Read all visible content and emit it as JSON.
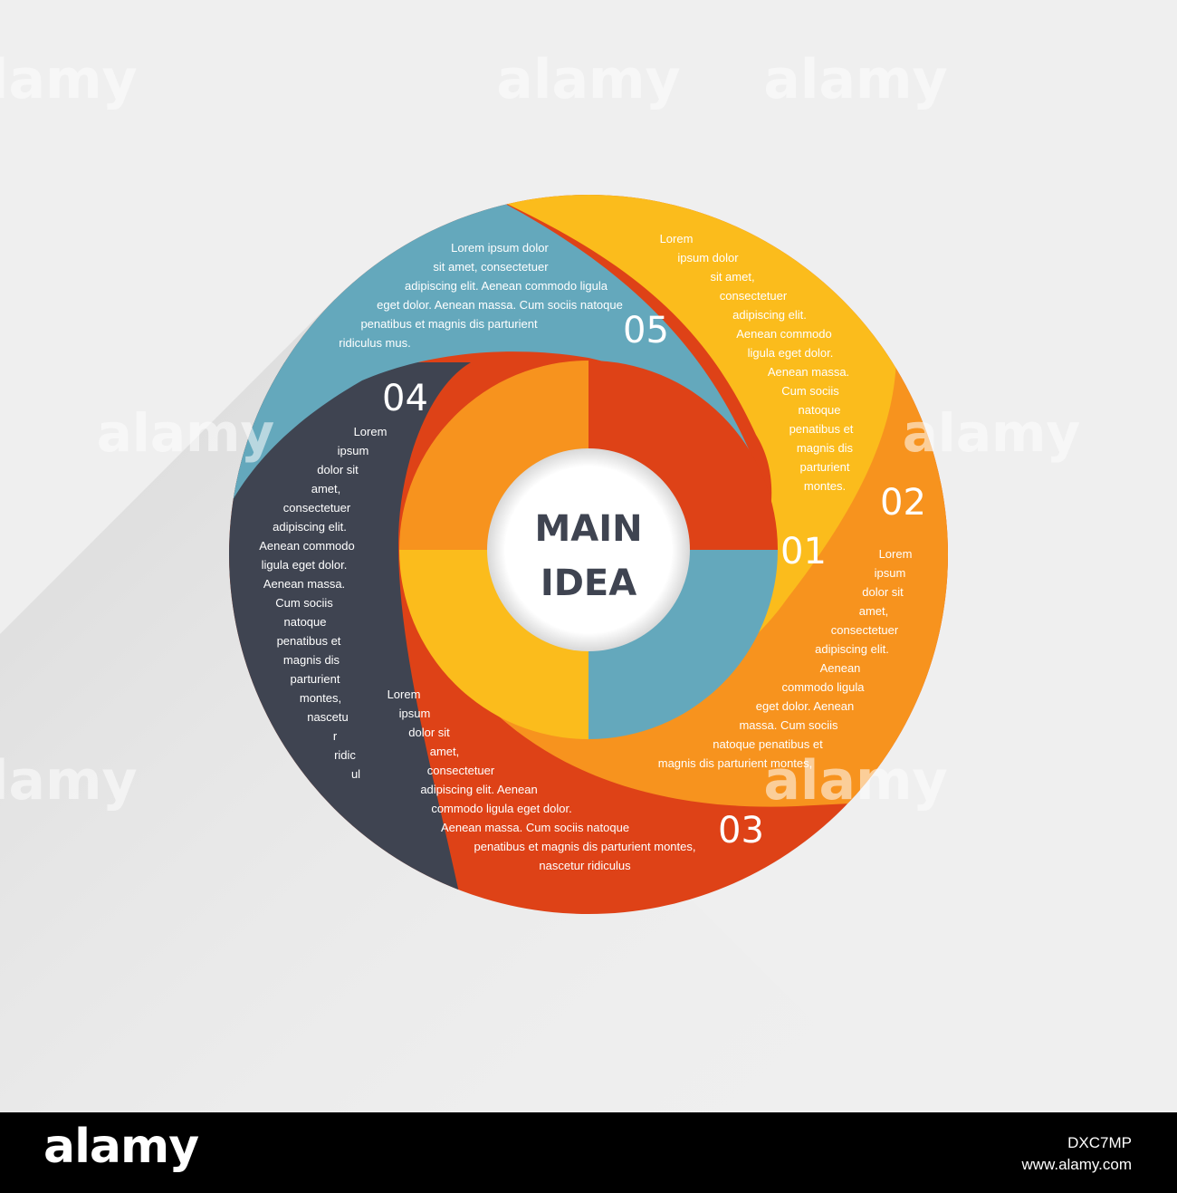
{
  "colors": {
    "background": "#efefef",
    "yellow": "#fbbc1c",
    "orange": "#f7931e",
    "red": "#de4217",
    "dark": "#3f4451",
    "teal": "#64a8bc",
    "white": "#ffffff"
  },
  "center": {
    "line1": "MAIN",
    "line2": "IDEA"
  },
  "segments": [
    {
      "number": "01",
      "color": "#fbbc1c",
      "text_lines": [
        "Lorem",
        "ipsum dolor",
        "sit amet,",
        "consectetuer",
        "adipiscing elit.",
        "Aenean commodo",
        "ligula eget dolor.",
        "Aenean massa.",
        "Cum sociis",
        "natoque",
        "penatibus et",
        "magnis dis",
        "parturient",
        "montes."
      ]
    },
    {
      "number": "02",
      "color": "#f7931e",
      "text_lines": [
        "Lorem",
        "ipsum",
        "dolor sit",
        "amet,",
        "consectetuer",
        "adipiscing elit.",
        "Aenean",
        "commodo ligula",
        "eget dolor. Aenean",
        "massa. Cum sociis",
        "natoque penatibus et",
        "magnis dis parturient montes,"
      ]
    },
    {
      "number": "03",
      "color": "#de4217",
      "text_lines": [
        "Lorem",
        "ipsum",
        "dolor sit",
        "amet,",
        "consectetuer",
        "adipiscing elit. Aenean",
        "commodo ligula eget dolor.",
        "Aenean massa. Cum sociis natoque",
        "penatibus et magnis dis parturient montes,",
        "nascetur ridiculus"
      ]
    },
    {
      "number": "04",
      "color": "#3f4451",
      "text_lines": [
        "Lorem",
        "ipsum",
        "dolor sit",
        "amet,",
        "consectetuer",
        "adipiscing elit.",
        "Aenean commodo",
        "ligula eget dolor.",
        "Aenean massa.",
        "Cum sociis",
        "natoque",
        "penatibus et",
        "magnis dis",
        "parturient",
        "montes,",
        "nascetu",
        "r",
        "ridic",
        "ul"
      ]
    },
    {
      "number": "05",
      "color": "#64a8bc",
      "text_lines": [
        "Lorem ipsum dolor",
        "sit amet, consectetuer",
        "adipiscing elit. Aenean commodo ligula",
        "eget dolor. Aenean massa. Cum sociis natoque",
        "penatibus et magnis dis parturient",
        "ridiculus mus."
      ]
    }
  ],
  "watermark": {
    "text": "alamy"
  },
  "footer": {
    "logo": "alamy",
    "image_id": "DXC7MP",
    "site": "www.alamy.com"
  }
}
